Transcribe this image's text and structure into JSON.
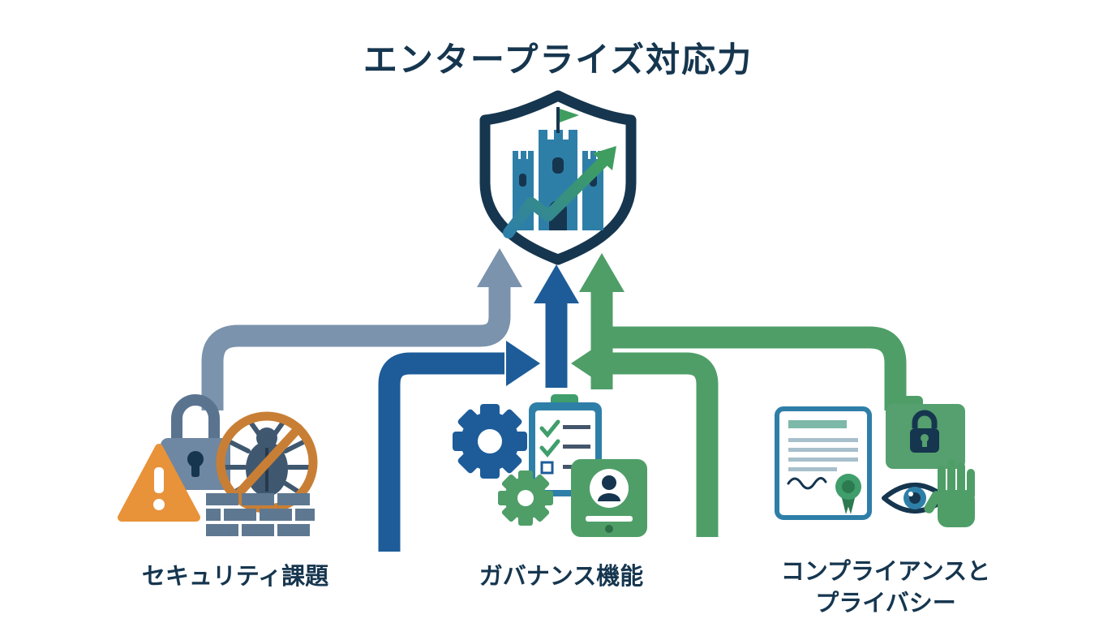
{
  "diagram": {
    "title": "エンタープライズ対応力",
    "center_icon": "shield-castle-growth-icon",
    "labels": {
      "security": "セキュリティ課題",
      "governance": "ガバナンス機能",
      "compliance": "コンプライアンスとプライバシー"
    },
    "flows": [
      {
        "from": "セキュリティ課題",
        "to": "エンタープライズ対応力",
        "color": "#7b93ad"
      },
      {
        "from": "ガバナンス機能",
        "to": "エンタープライズ対応力",
        "color": "#1d5c99"
      },
      {
        "from": "コンプライアンスとプライバシー",
        "to": "エンタープライズ対応力",
        "color": "#4f9e68"
      }
    ],
    "icons": {
      "security": [
        "warning-triangle-icon",
        "padlock-icon",
        "no-bug-icon",
        "firewall-brick-icon"
      ],
      "governance": [
        "gear-icon",
        "small-gear-icon",
        "checklist-clipboard-icon",
        "id-card-icon"
      ],
      "compliance": [
        "certificate-document-icon",
        "locked-folder-icon",
        "eye-icon",
        "stop-hand-icon"
      ]
    },
    "colors": {
      "navy": "#16364f",
      "slate_arrow": "#7b93ad",
      "blue_arrow": "#1d5c99",
      "green_arrow": "#4f9e68",
      "teal": "#2e7fa8",
      "bright_green": "#3f9e5f",
      "orange": "#e8923a",
      "orange_ban": "#c87f35",
      "background": "#ffffff"
    }
  }
}
